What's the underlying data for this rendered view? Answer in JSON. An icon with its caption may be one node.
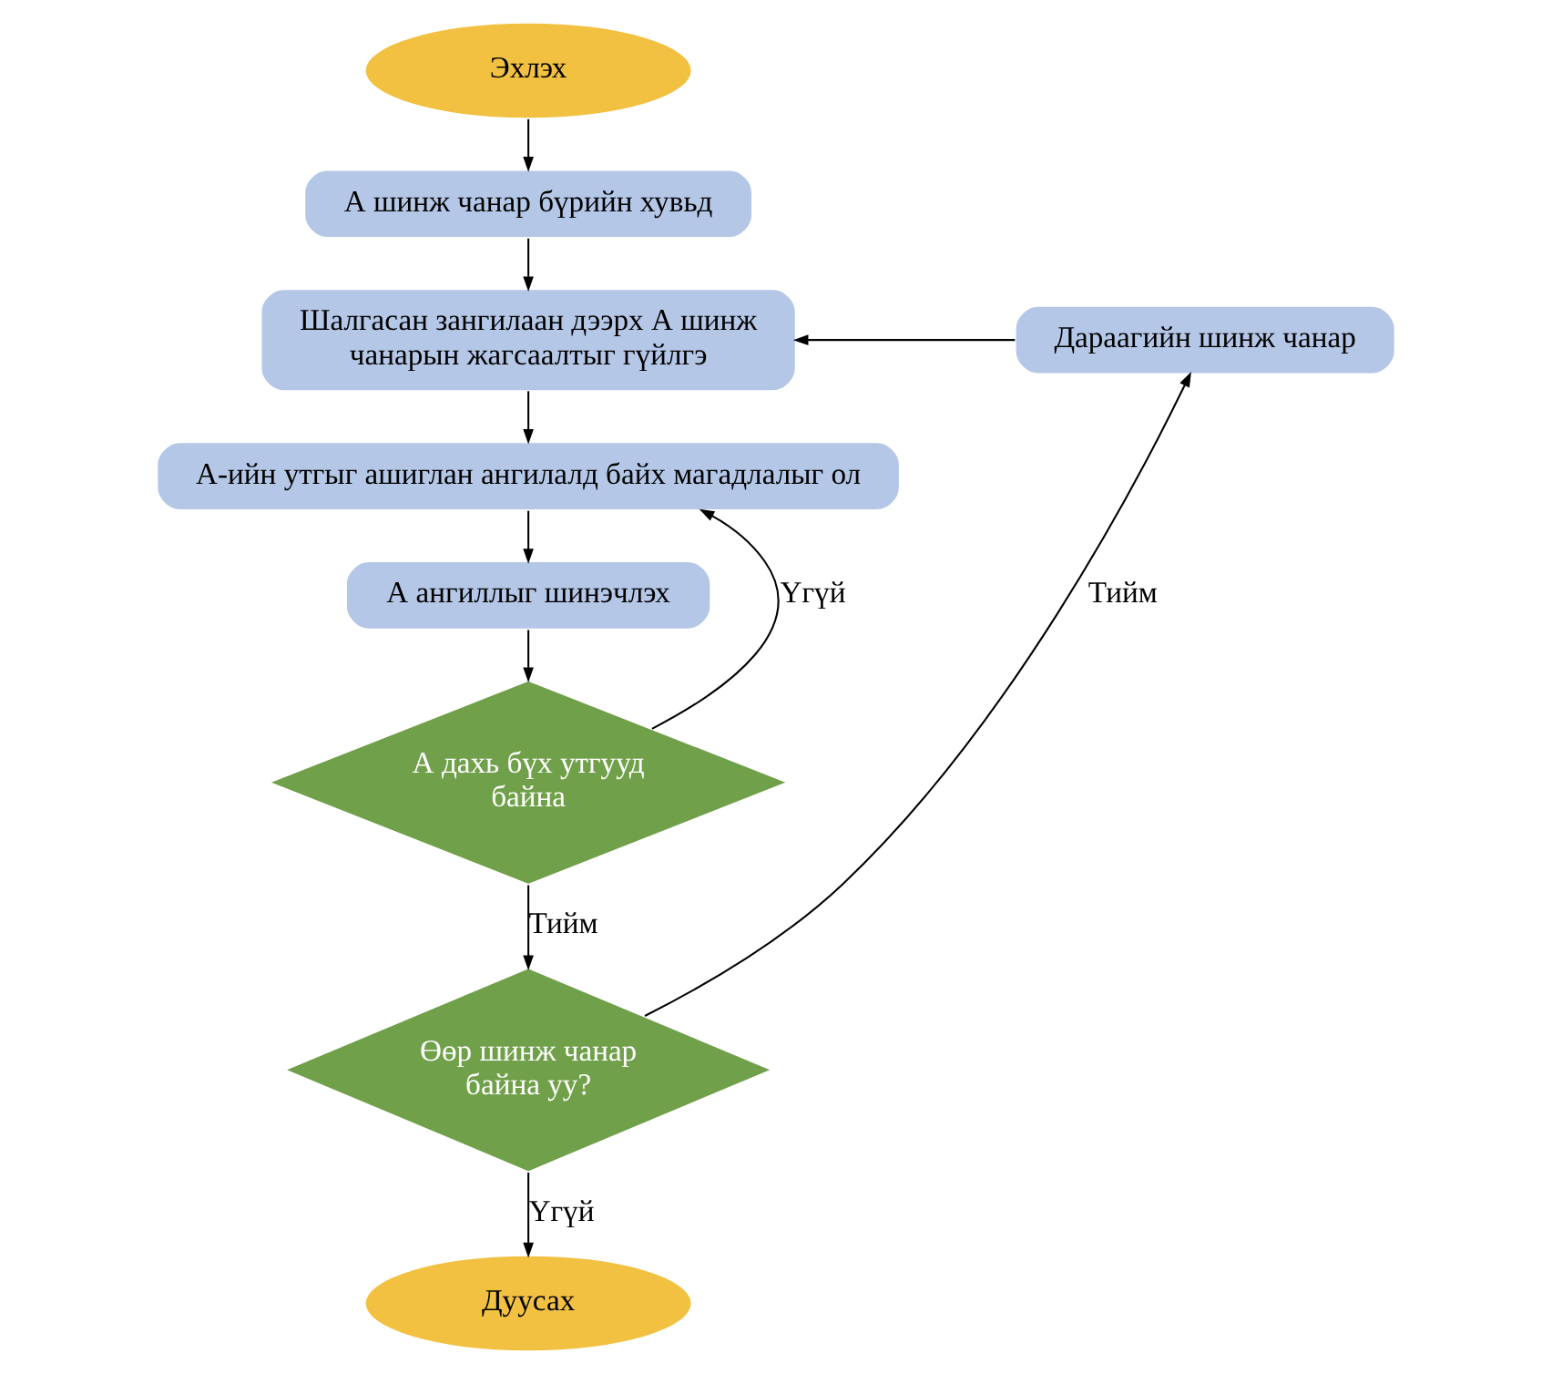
{
  "diagram": {
    "nodes": [
      {
        "text": [
          "Эхлэх"
        ]
      },
      {
        "text": [
          "А шинж чанар бүрийн хувьд"
        ]
      },
      {
        "text": [
          "Шалгасан зангилаан дээрх А шинж чанарын жагсаалтыг гүйлгэ"
        ]
      },
      {
        "text": [
          "Дараагийн шинж чанар"
        ]
      },
      {
        "text": [
          "А-ийн утгыг ашиглан ангилалд байх магадлалыг ол"
        ]
      },
      {
        "text": [
          "А ангиллыг шинэчлэх"
        ]
      },
      {
        "text": [
          "А дахь бүх утгууд байна"
        ]
      },
      {
        "text": [
          "Өөр шинж чанар байна уу?"
        ]
      },
      {
        "text": [
          "Дуусах"
        ]
      }
    ],
    "edges": [
      {
        "from": 0,
        "to": 1,
        "arrow": "to"
      },
      {
        "from": 1,
        "to": 2,
        "arrow": "to"
      },
      {
        "from": 2,
        "to": 4,
        "arrow": "to"
      },
      {
        "from": 4,
        "to": 5,
        "arrow": "to"
      },
      {
        "from": 5,
        "to": 6,
        "arrow": "to"
      },
      {
        "from": 6,
        "to": 4,
        "arrow": "to",
        "label": "Үгүй"
      },
      {
        "from": 6,
        "to": 7,
        "arrow": "to",
        "label": "Тийм"
      },
      {
        "from": 7,
        "to": 8,
        "arrow": "to",
        "label": "Үгүй"
      },
      {
        "from": 7,
        "to": 3,
        "arrow": "to",
        "label": "Тийм"
      },
      {
        "from": 3,
        "to": 2,
        "arrow": "to"
      }
    ]
  }
}
